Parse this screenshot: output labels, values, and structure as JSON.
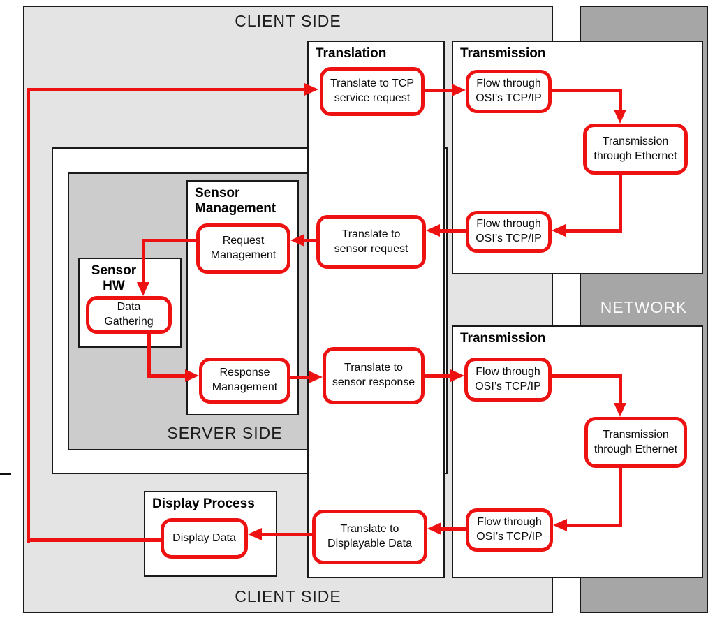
{
  "regions": {
    "client_top_label": "CLIENT SIDE",
    "client_bottom_label": "CLIENT SIDE",
    "network_label": "NETWORK",
    "server_label": "SERVER SIDE"
  },
  "boxes": {
    "translation": "Translation",
    "transmission_top": "Transmission",
    "transmission_bottom": "Transmission",
    "sensor_management": "Sensor Management",
    "sensor_hw": "Sensor HW",
    "display_process": "Display Process"
  },
  "nodes": {
    "translate_tcp_request": "Translate to TCP service request",
    "flow_osi_up_out": "Flow through OSI’s TCP/IP",
    "ethernet_up": "Transmission through Ethernet",
    "flow_osi_up_in": "Flow through OSI’s TCP/IP",
    "translate_sensor_request": "Translate to sensor request",
    "request_management": "Request Management",
    "data_gathering": "Data Gathering",
    "response_management": "Response Management",
    "translate_sensor_response": "Translate to sensor response",
    "flow_osi_down_out": "Flow through OSI’s TCP/IP",
    "ethernet_down": "Transmission through Ethernet",
    "flow_osi_down_in": "Flow through OSI’s TCP/IP",
    "translate_displayable": "Translate to Displayable Data",
    "display_data": "Display Data"
  },
  "colors": {
    "client_bg": "#e4e4e4",
    "network_bg": "#a6a6a6",
    "server_bg": "#cccccc",
    "node_border": "#ee1111",
    "arrow": "#ee1111",
    "box_border": "#1a1a1a"
  }
}
